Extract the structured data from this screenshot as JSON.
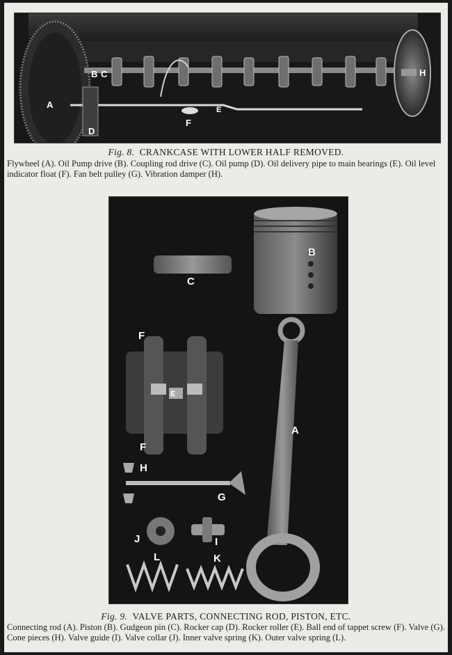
{
  "fig8": {
    "number": "Fig. 8.",
    "title": "CRANKCASE WITH LOWER HALF REMOVED.",
    "caption": "Flywheel (A).   Oil Pump drive (B).   Coupling rod drive (C).   Oil pump (D).   Oil delivery pipe to main bearings (E).   Oil level indicator float (F).   Fan belt pulley (G).   Vibration damper (H).",
    "labels": {
      "a": "A",
      "b": "B",
      "c": "C",
      "d": "D",
      "e": "E",
      "f": "F",
      "h": "H"
    }
  },
  "fig9": {
    "number": "Fig. 9.",
    "title": "VALVE PARTS, CONNECTING ROD, PISTON, ETC.",
    "caption": "Connecting rod (A).   Piston (B).   Gudgeon pin (C).   Rocker cap (D).   Rocker roller (E).   Ball end of tappet screw (F).   Valve (G).   Cone pieces (H).   Valve guide (I).   Valve collar (J).   Inner valve spring (K).   Outer valve spring (L).",
    "labels": {
      "a": "A",
      "b": "B",
      "c": "C",
      "e": "E",
      "f": "F",
      "g": "G",
      "h": "H",
      "i": "I",
      "j": "J",
      "k": "K",
      "l": "L"
    }
  },
  "colors": {
    "page": "#ecebe8",
    "photo_bg": "#151515",
    "ink": "#1e1e1e"
  }
}
